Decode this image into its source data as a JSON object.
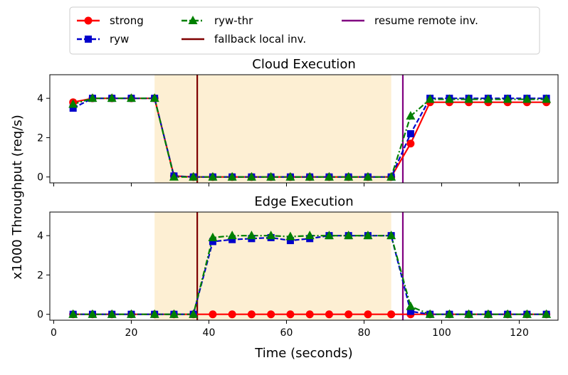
{
  "chart_data": [
    {
      "type": "line",
      "title": "Cloud Execution",
      "xlabel": "",
      "ylabel": "x1000 Throughput (req/s)",
      "xlim": [
        -1,
        130
      ],
      "ylim": [
        -0.3,
        5.2
      ],
      "yticks": [
        0,
        2,
        4
      ],
      "xticks": [
        0,
        20,
        40,
        60,
        80,
        100,
        120
      ],
      "show_xtick_labels": false,
      "shaded_span": [
        26,
        87
      ],
      "vlines": [
        {
          "x": 37,
          "name": "fallback local inv.",
          "color": "#7f0000"
        },
        {
          "x": 90,
          "name": "resume remote inv.",
          "color": "#800080"
        }
      ],
      "x": [
        5,
        10,
        15,
        20,
        26,
        31,
        36,
        41,
        46,
        51,
        56,
        61,
        66,
        71,
        76,
        81,
        87,
        92,
        97,
        102,
        107,
        112,
        117,
        122,
        127
      ],
      "series": [
        {
          "name": "strong",
          "color": "#ff0000",
          "marker": "circle",
          "dash": "solid",
          "values": [
            3.8,
            4.0,
            4.0,
            4.0,
            4.0,
            0.05,
            0,
            0,
            0,
            0,
            0,
            0,
            0,
            0,
            0,
            0,
            0,
            1.7,
            3.8,
            3.8,
            3.8,
            3.8,
            3.8,
            3.8,
            3.8
          ]
        },
        {
          "name": "ryw",
          "color": "#0000cc",
          "marker": "square",
          "dash": "dashed",
          "values": [
            3.5,
            4.0,
            4.0,
            4.0,
            4.0,
            0.05,
            0,
            0,
            0,
            0,
            0,
            0,
            0,
            0,
            0,
            0,
            0,
            2.2,
            4.0,
            4.0,
            4.0,
            4.0,
            4.0,
            4.0,
            4.0
          ]
        },
        {
          "name": "ryw-thr",
          "color": "#008000",
          "marker": "triangle",
          "dash": "dashdot",
          "values": [
            3.7,
            4.0,
            4.0,
            4.0,
            4.0,
            0.0,
            0,
            0,
            0,
            0,
            0,
            0,
            0,
            0,
            0,
            0,
            0,
            3.1,
            3.95,
            3.95,
            3.95,
            3.95,
            3.95,
            3.95,
            3.95
          ]
        }
      ]
    },
    {
      "type": "line",
      "title": "Edge Execution",
      "xlabel": "Time (seconds)",
      "ylabel": "x1000 Throughput (req/s)",
      "xlim": [
        -1,
        130
      ],
      "ylim": [
        -0.3,
        5.2
      ],
      "yticks": [
        0,
        2,
        4
      ],
      "xticks": [
        0,
        20,
        40,
        60,
        80,
        100,
        120
      ],
      "show_xtick_labels": true,
      "shaded_span": [
        26,
        87
      ],
      "vlines": [
        {
          "x": 37,
          "name": "fallback local inv.",
          "color": "#7f0000"
        },
        {
          "x": 90,
          "name": "resume remote inv.",
          "color": "#800080"
        }
      ],
      "x": [
        5,
        10,
        15,
        20,
        26,
        31,
        36,
        41,
        46,
        51,
        56,
        61,
        66,
        71,
        76,
        81,
        87,
        92,
        97,
        102,
        107,
        112,
        117,
        122,
        127
      ],
      "series": [
        {
          "name": "strong",
          "color": "#ff0000",
          "marker": "circle",
          "dash": "solid",
          "values": [
            0,
            0,
            0,
            0,
            0,
            0,
            0,
            0,
            0,
            0,
            0,
            0,
            0,
            0,
            0,
            0,
            0,
            0,
            0,
            0,
            0,
            0,
            0,
            0,
            0
          ]
        },
        {
          "name": "ryw",
          "color": "#0000cc",
          "marker": "square",
          "dash": "dashed",
          "values": [
            0,
            0,
            0,
            0,
            0,
            0,
            0,
            3.7,
            3.8,
            3.85,
            3.9,
            3.75,
            3.85,
            4.0,
            4.0,
            4.0,
            4.0,
            0.15,
            0,
            0,
            0,
            0,
            0,
            0,
            0
          ]
        },
        {
          "name": "ryw-thr",
          "color": "#008000",
          "marker": "triangle",
          "dash": "dashdot",
          "values": [
            0,
            0,
            0,
            0,
            0,
            0,
            0,
            3.9,
            4.0,
            4.0,
            4.0,
            3.95,
            4.0,
            4.0,
            4.0,
            4.0,
            4.0,
            0.4,
            0,
            0,
            0,
            0,
            0,
            0,
            0
          ]
        }
      ]
    }
  ],
  "legend": {
    "placement": "top",
    "items": [
      {
        "label": "strong",
        "color": "#ff0000",
        "marker": "circle",
        "dash": "solid"
      },
      {
        "label": "ryw",
        "color": "#0000cc",
        "marker": "square",
        "dash": "dashed"
      },
      {
        "label": "ryw-thr",
        "color": "#008000",
        "marker": "triangle",
        "dash": "dashdot"
      },
      {
        "label": "fallback local inv.",
        "color": "#7f0000",
        "marker": "none",
        "dash": "solid"
      },
      {
        "label": "resume remote inv.",
        "color": "#800080",
        "marker": "none",
        "dash": "solid"
      }
    ]
  },
  "shade_color": "#fdefd3",
  "ylabel_shared": "x1000 Throughput (req/s)"
}
